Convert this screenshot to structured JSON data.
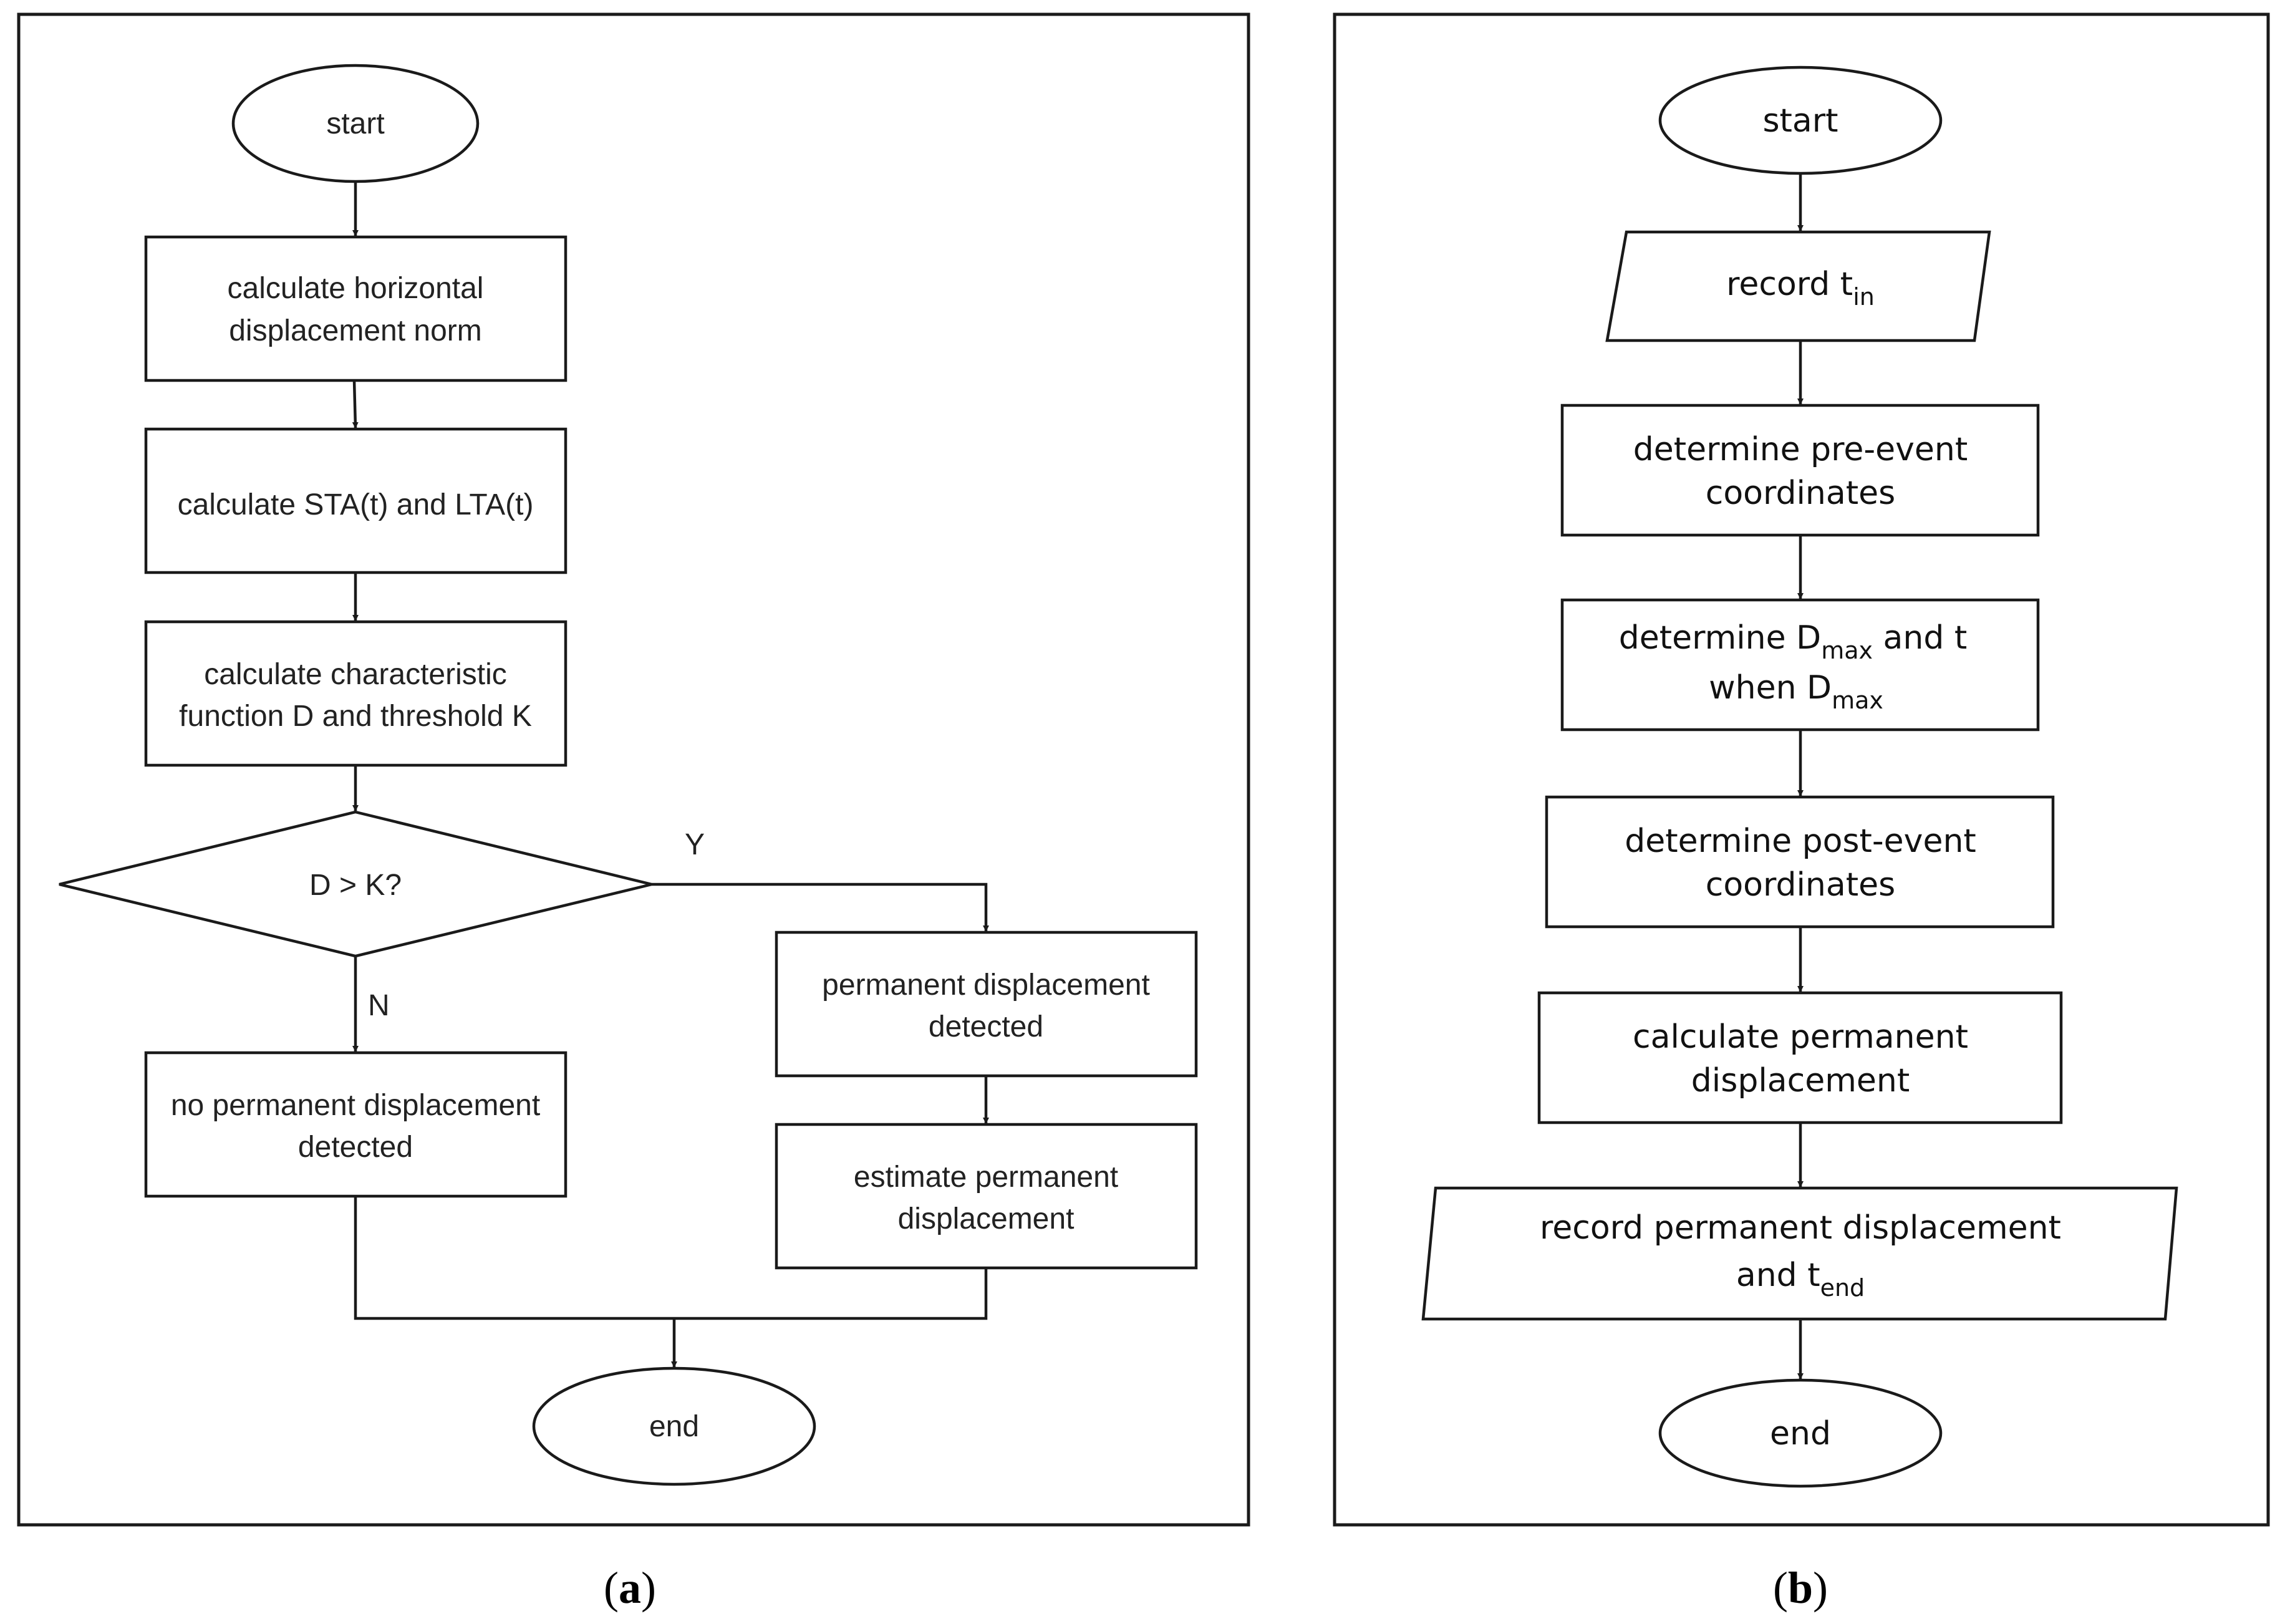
{
  "panel_a": {
    "start": "start",
    "step1": {
      "line1": "calculate horizontal",
      "line2": "displacement norm"
    },
    "step2": "calculate STA(t) and LTA(t)",
    "step3": {
      "line1": "calculate characteristic",
      "line2": "function D and threshold K"
    },
    "decision": "D > K?",
    "yes_label": "Y",
    "no_label": "N",
    "no_branch": {
      "line1": "no permanent displacement",
      "line2": "detected"
    },
    "yes_branch1": {
      "line1": "permanent displacement",
      "line2": "detected"
    },
    "yes_branch2": {
      "line1": "estimate permanent",
      "line2": "displacement"
    },
    "end": "end",
    "caption": {
      "open": "(",
      "letter": "a",
      "close": ")"
    }
  },
  "panel_b": {
    "start": "start",
    "record_in": {
      "text": "record t",
      "sub": "in"
    },
    "pre_event": {
      "line1": "determine pre-event",
      "line2": "coordinates"
    },
    "dmax": {
      "line1_text": "determine D",
      "line1_sub": "max",
      "line1_tail": " and t",
      "line2_text": "when D",
      "line2_sub": "max"
    },
    "post_event": {
      "line1": "determine post-event",
      "line2": "coordinates"
    },
    "calc_perm": {
      "line1": "calculate permanent",
      "line2": "displacement"
    },
    "record_perm": {
      "line1": "record permanent displacement",
      "line2_text": "and t",
      "line2_sub": "end"
    },
    "end": "end",
    "caption": {
      "open": "(",
      "letter": "b",
      "close": ")"
    }
  }
}
